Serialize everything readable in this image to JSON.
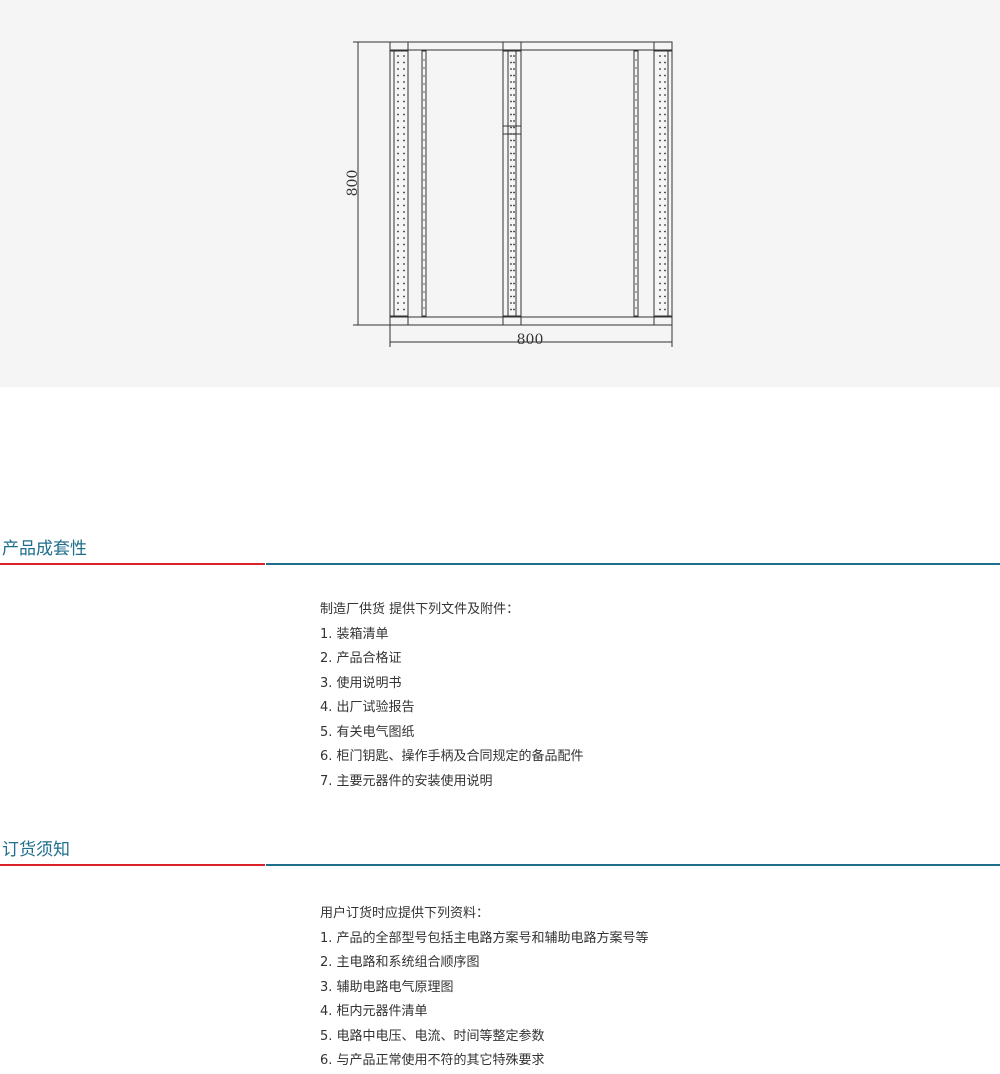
{
  "drawing": {
    "height_dim": "800",
    "width_dim": "800"
  },
  "sections": [
    {
      "title": "产品成套性",
      "intro": "制造厂供货 提供下列文件及附件：",
      "items": [
        "1. 装箱清单",
        "2. 产品合格证",
        "3. 使用说明书",
        "4. 出厂试验报告",
        "5. 有关电气图纸",
        "6. 柜门钥匙、操作手柄及合同规定的备品配件",
        "7. 主要元器件的安装使用说明"
      ]
    },
    {
      "title": "订货须知",
      "intro": "用户订货时应提供下列资料：",
      "items": [
        "1. 产品的全部型号包括主电路方案号和辅助电路方案号等",
        "2. 主电路和系统组合顺序图",
        "3. 辅助电路电气原理图",
        "4. 柜内元器件清单",
        "5. 电路中电压、电流、时间等整定参数",
        "6. 与产品正常使用不符的其它特殊要求"
      ]
    }
  ],
  "colors": {
    "accent_red": "#d8232a",
    "accent_blue": "#1e6e8c",
    "panel_bg": "#f5f5f5"
  }
}
